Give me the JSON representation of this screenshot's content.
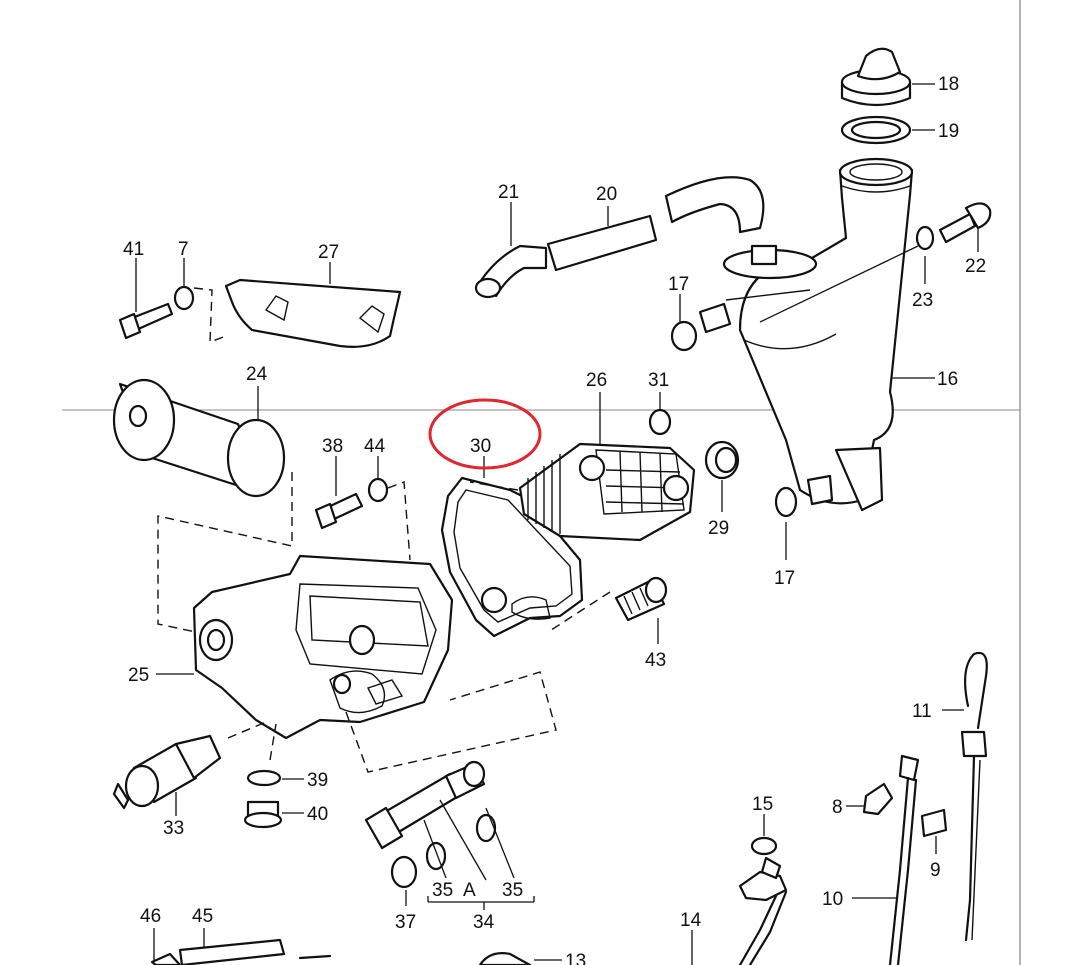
{
  "diagram": {
    "callouts": {
      "c18": "18",
      "c19": "19",
      "c21": "21",
      "c20": "20",
      "c22": "22",
      "c41": "41",
      "c7": "7",
      "c27": "27",
      "c17a": "17",
      "c23": "23",
      "c24": "24",
      "c26": "26",
      "c31": "31",
      "c16": "16",
      "c30": "30",
      "c38": "38",
      "c44": "44",
      "c29": "29",
      "c17b": "17",
      "c43": "43",
      "c25": "25",
      "c11": "11",
      "c39": "39",
      "c15": "15",
      "c8": "8",
      "c40": "40",
      "c33": "33",
      "c35a": "35",
      "cA": "A",
      "c35b": "35",
      "c9": "9",
      "c10": "10",
      "c37": "37",
      "c34": "34",
      "c46": "46",
      "c45": "45",
      "c14": "14",
      "c13": "13"
    },
    "highlight_color": "#e0272e",
    "line_color": "#111111"
  }
}
